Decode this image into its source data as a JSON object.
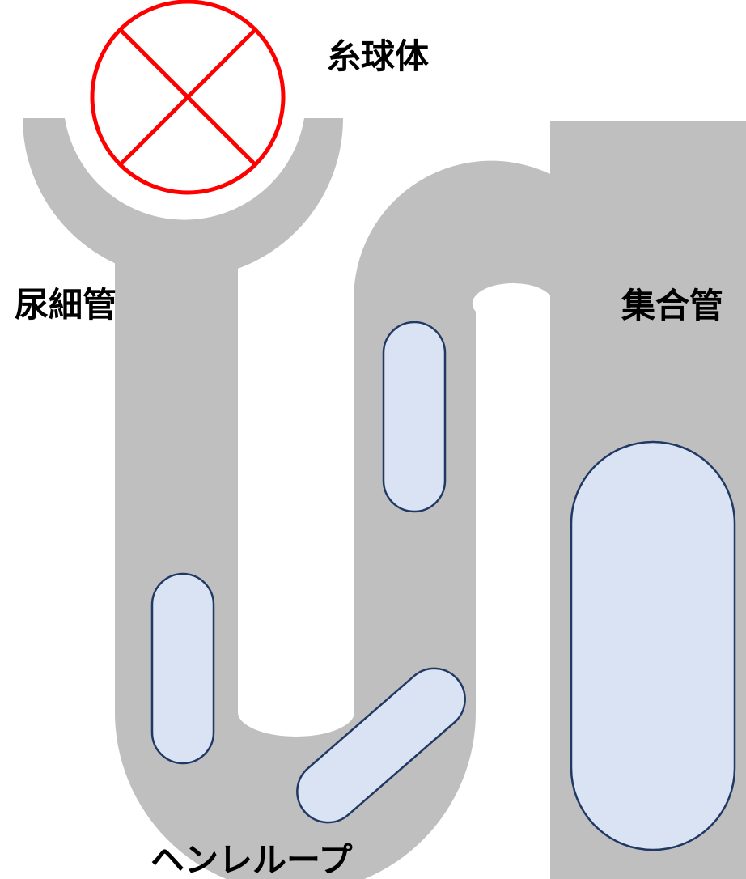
{
  "labels": {
    "glomerulus": "糸球体",
    "renal_tubule": "尿細管",
    "collecting_duct": "集合管",
    "loop_of_henle": "ヘンレループ"
  },
  "colors": {
    "tube": "#bfbfbf",
    "cell_fill": "#dae3f3",
    "cell_stroke": "#1f3864",
    "cross_mark": "#ff0000",
    "text": "#000000"
  }
}
